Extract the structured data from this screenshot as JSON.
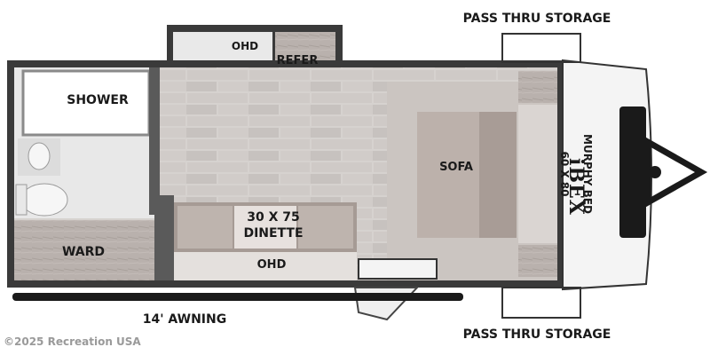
{
  "labels": {
    "pass_thru_top": "PASS THRU STORAGE",
    "pass_thru_bottom": "PASS THRU STORAGE",
    "shower": "SHOWER",
    "ohd_top": "OHD",
    "refer": "REFER",
    "sofa": "SOFA",
    "murphy_bed_size": "60 X 80",
    "murphy_bed": "MURPHY BED",
    "dinette_size": "30 X 75",
    "dinette": "DINETTE",
    "ohd_bottom": "OHD",
    "ward": "WARD",
    "awning": "14' AWNING"
  },
  "brand": "iBEX",
  "watermark": "©2025 Recreation USA",
  "colors": {
    "floor": "#d8d4d1",
    "floor_tile": "#c9c4c1",
    "wall": "#3a3a3a",
    "cabinet": "#b9b1ad",
    "cushion": "#b7aca6",
    "front_cap": "#f4f4f4"
  }
}
